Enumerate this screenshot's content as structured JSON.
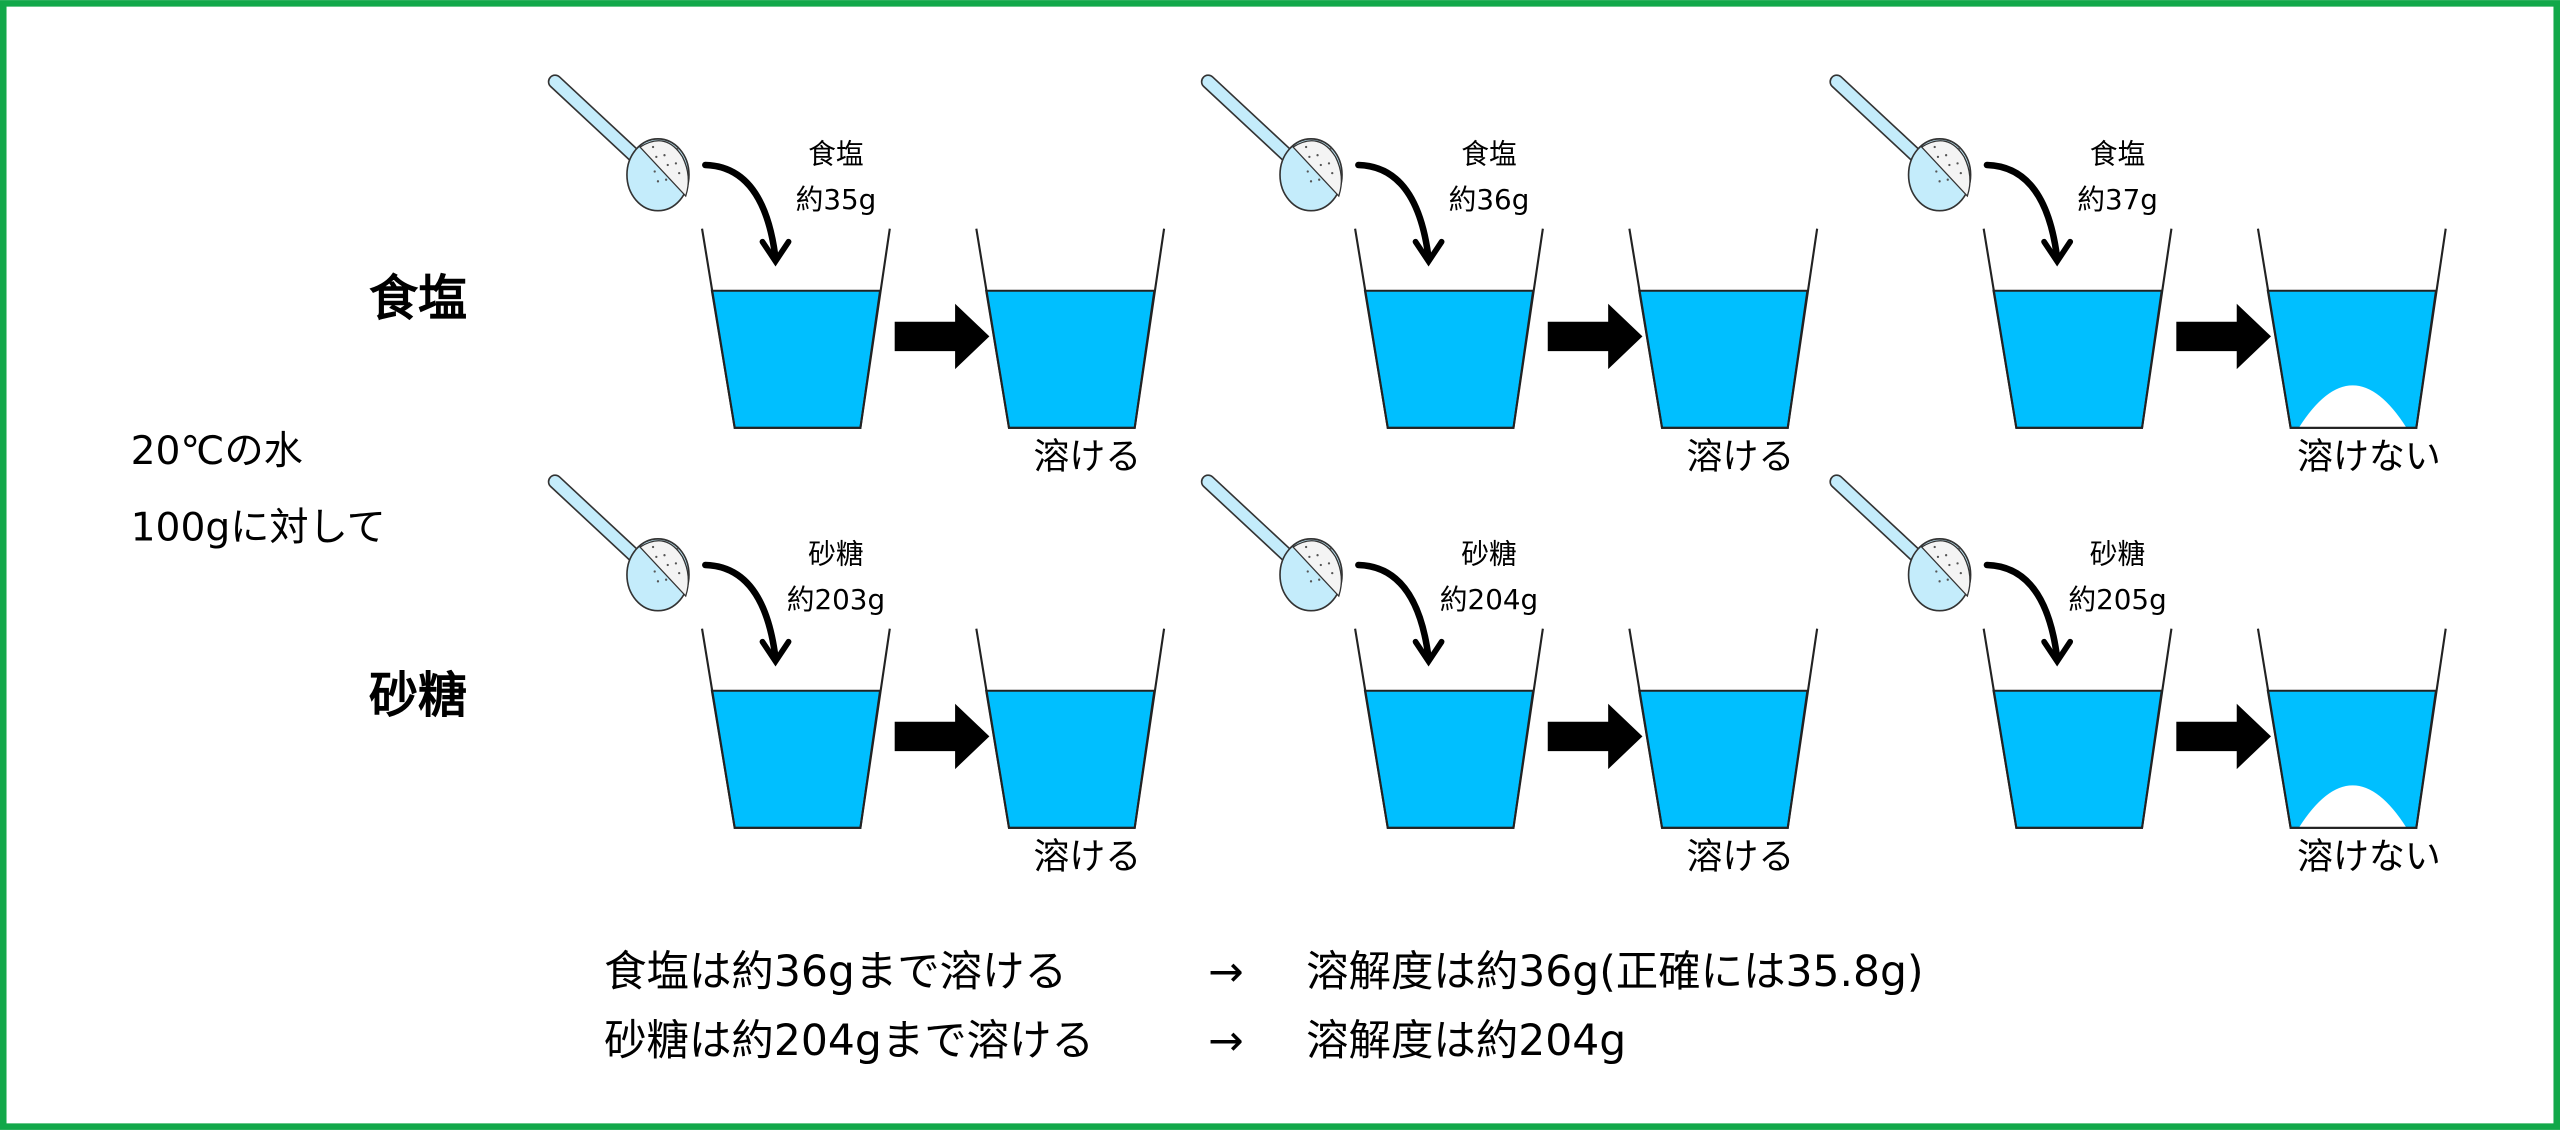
{
  "condition": {
    "line1": "20℃の水",
    "line2": "100gに対して"
  },
  "rows": [
    {
      "substance": "食塩",
      "trials": [
        {
          "name": "食塩",
          "amount": "約35g",
          "result": "溶ける",
          "dissolved": true
        },
        {
          "name": "食塩",
          "amount": "約36g",
          "result": "溶ける",
          "dissolved": true
        },
        {
          "name": "食塩",
          "amount": "約37g",
          "result": "溶けない",
          "dissolved": false
        }
      ]
    },
    {
      "substance": "砂糖",
      "trials": [
        {
          "name": "砂糖",
          "amount": "約203g",
          "result": "溶ける",
          "dissolved": true
        },
        {
          "name": "砂糖",
          "amount": "約204g",
          "result": "溶ける",
          "dissolved": true
        },
        {
          "name": "砂糖",
          "amount": "約205g",
          "result": "溶けない",
          "dissolved": false
        }
      ]
    }
  ],
  "summary": [
    {
      "left": "食塩は約36gまで溶ける",
      "arrow": "→",
      "right": "溶解度は約36g(正確には35.8g)"
    },
    {
      "left": "砂糖は約204gまで溶ける",
      "arrow": "→",
      "right": "溶解度は約204g"
    }
  ],
  "colors": {
    "border": "#12a84a",
    "water": "#00bfff",
    "spoon": "#c4ecfb"
  }
}
